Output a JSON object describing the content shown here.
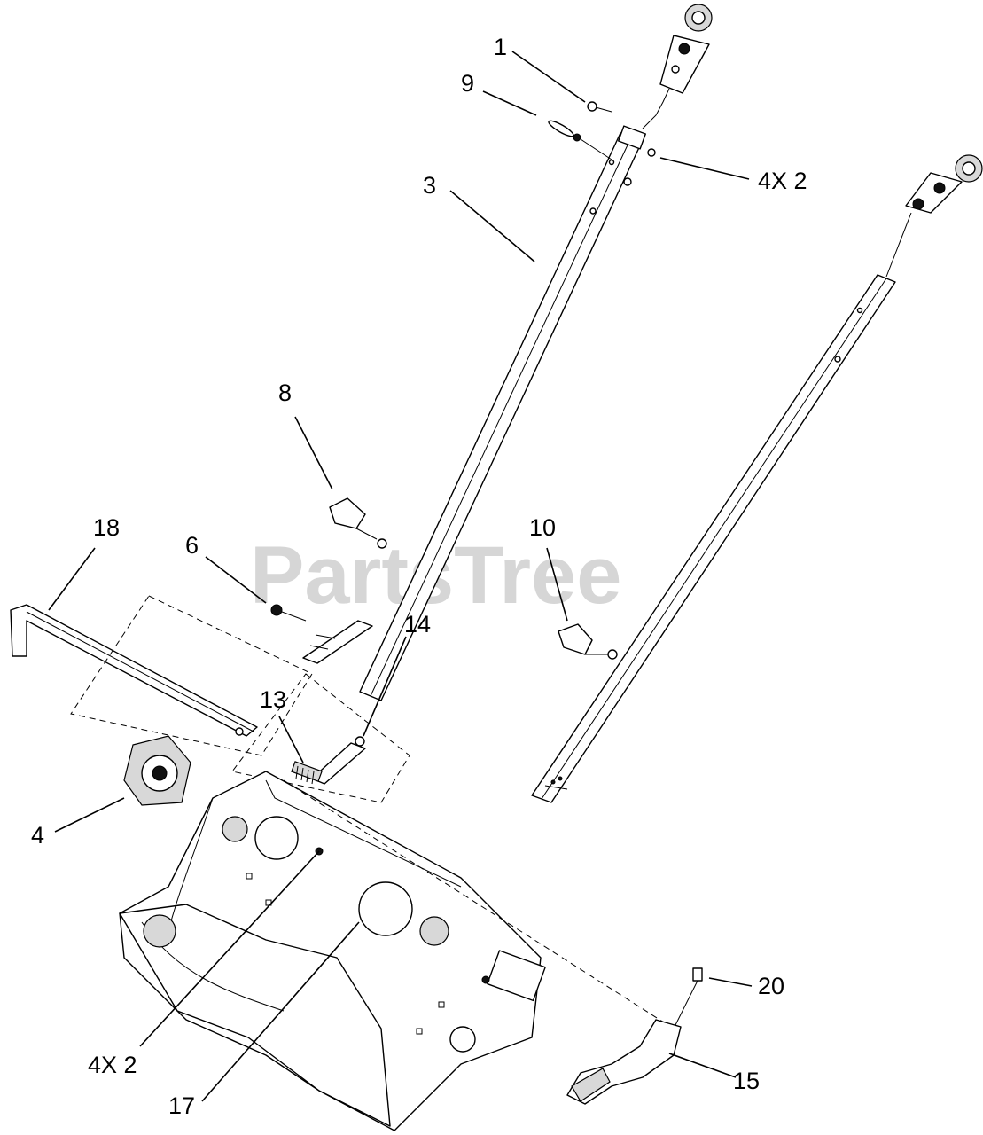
{
  "watermark": {
    "text": "PartsTree",
    "mark": "™"
  },
  "callouts": [
    {
      "id": "c1",
      "label": "1"
    },
    {
      "id": "c9",
      "label": "9"
    },
    {
      "id": "c4x2a",
      "label": "4X 2"
    },
    {
      "id": "c3",
      "label": "3"
    },
    {
      "id": "c8",
      "label": "8"
    },
    {
      "id": "c18",
      "label": "18"
    },
    {
      "id": "c6",
      "label": "6"
    },
    {
      "id": "c10",
      "label": "10"
    },
    {
      "id": "c14",
      "label": "14"
    },
    {
      "id": "c13",
      "label": "13"
    },
    {
      "id": "c4",
      "label": "4"
    },
    {
      "id": "c20",
      "label": "20"
    },
    {
      "id": "c15",
      "label": "15"
    },
    {
      "id": "c4x2b",
      "label": "4X 2"
    },
    {
      "id": "c17",
      "label": "17"
    }
  ]
}
